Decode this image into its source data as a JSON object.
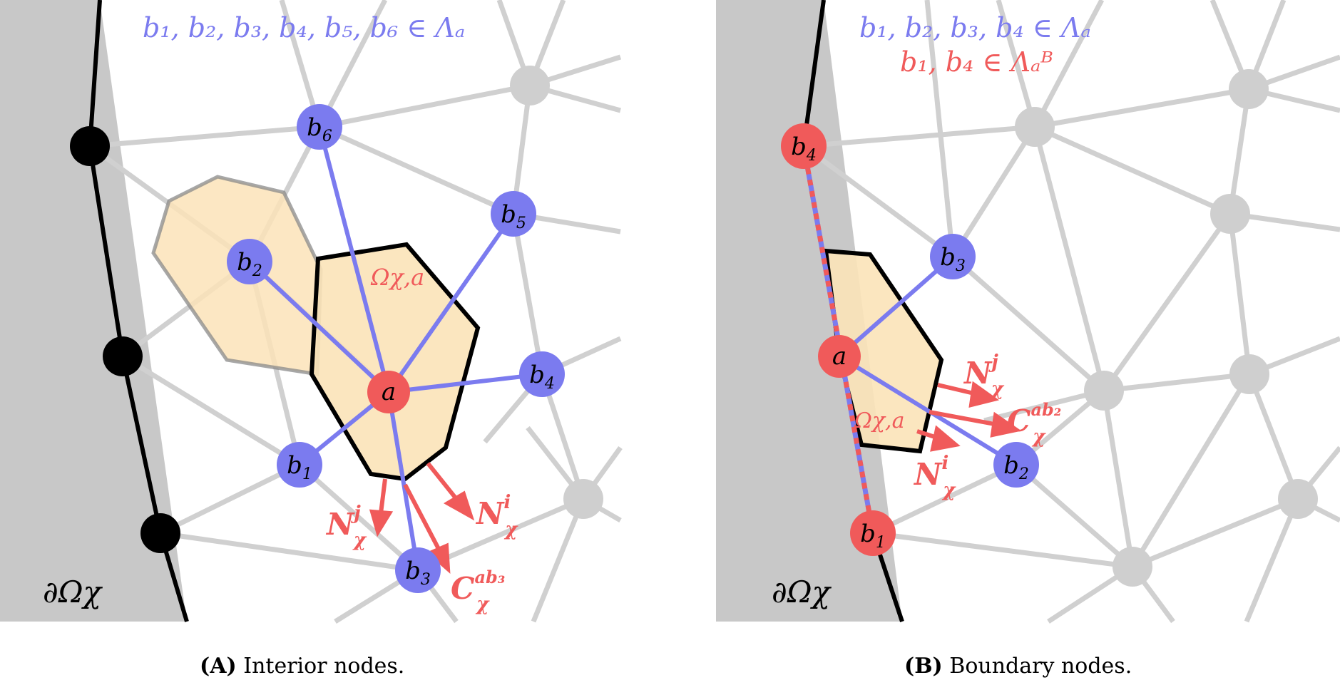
{
  "panels": [
    {
      "id": "A",
      "label_lines": [
        "b₁, b₂, b₃, b₄, b₅, b₆ ∈ Λₐ"
      ],
      "boundary_label": "∂Ωχ",
      "region_label": "Ωχ,a",
      "center_node": "a",
      "neighbor_nodes": [
        "b1",
        "b2",
        "b3",
        "b4",
        "b5",
        "b6"
      ],
      "vector_labels": [
        {
          "main": "N",
          "sup": "j",
          "sub": "χ"
        },
        {
          "main": "N",
          "sup": "i",
          "sub": "χ"
        },
        {
          "main": "C",
          "sup": "ab₃",
          "sub": "χ"
        }
      ],
      "caption_prefix": "(A)",
      "caption_text": "Interior nodes."
    },
    {
      "id": "B",
      "label_lines": [
        "b₁, b₂, b₃, b₄ ∈ Λₐ",
        "b₁, b₄ ∈ Λₐᴮ"
      ],
      "boundary_label": "∂Ωχ",
      "region_label": "Ωχ,a",
      "center_node": "a",
      "neighbor_nodes": [
        "b1",
        "b2",
        "b3",
        "b4"
      ],
      "vector_labels": [
        {
          "main": "N",
          "sup": "j",
          "sub": "χ"
        },
        {
          "main": "C",
          "sup": "ab₂",
          "sub": "χ"
        },
        {
          "main": "N",
          "sup": "i",
          "sub": "χ"
        }
      ],
      "caption_prefix": "(B)",
      "caption_text": "Boundary nodes."
    }
  ],
  "colors": {
    "boundary_fill": "#c8c8c8",
    "mesh_line": "#d0d0d0",
    "region_fill": "#fbe3b8",
    "blue": "#7b7bef",
    "red": "#f05a5a",
    "black": "#000000",
    "gray_node": "#cfcfcf"
  }
}
